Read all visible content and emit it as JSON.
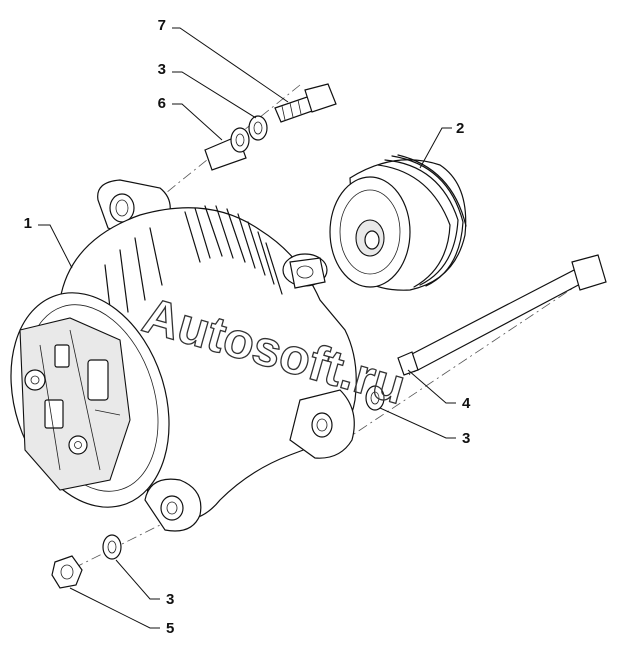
{
  "callouts": [
    {
      "id": "c7",
      "text": "7"
    },
    {
      "id": "c3a",
      "text": "3"
    },
    {
      "id": "c6",
      "text": "6"
    },
    {
      "id": "c2",
      "text": "2"
    },
    {
      "id": "c1",
      "text": "1"
    },
    {
      "id": "c4",
      "text": "4"
    },
    {
      "id": "c3b",
      "text": "3"
    },
    {
      "id": "c3c",
      "text": "3"
    },
    {
      "id": "c5",
      "text": "5"
    }
  ],
  "watermark": "Autosoft.ru"
}
